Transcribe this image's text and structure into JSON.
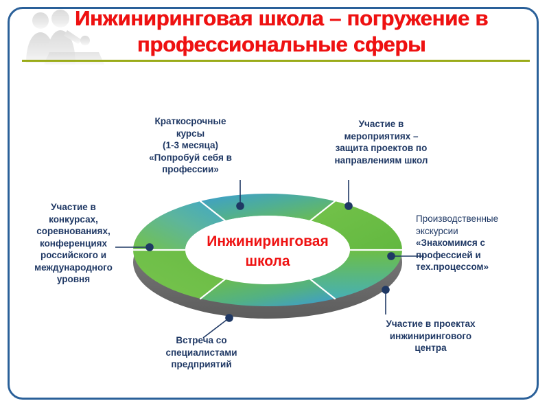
{
  "slide": {
    "title": "Инжиниринговая школа – погружение в профессиональные сферы",
    "title_color": "#EE1111",
    "rule_color": "#9AAB18",
    "border_color": "#2A6099",
    "label_color": "#1F3864",
    "decor_icon": "people-with-laptop-silhouette"
  },
  "diagram": {
    "type": "donut-cycle",
    "segments": 6,
    "center": {
      "line1": "Инжиниринговая",
      "line2": "школа",
      "color": "#EE1111"
    },
    "palette": {
      "green": "#6FBE44",
      "green_dark": "#4E9E3E",
      "teal": "#3EAFC4",
      "blue": "#3C9BD4",
      "side_wall": "#6E6E6E",
      "divider": "#FFFFFF"
    },
    "callouts": [
      {
        "id": "courses",
        "position": "top-left",
        "align": "center",
        "lines": [
          "Краткосрочные",
          "курсы",
          "(1-3 месяца)",
          "«Попробуй себя в",
          "профессии»"
        ]
      },
      {
        "id": "events",
        "position": "top-right",
        "align": "center",
        "lines": [
          "Участие  в",
          "мероприятиях –",
          "защита проектов по",
          "направлениям школ"
        ]
      },
      {
        "id": "contests",
        "position": "left",
        "align": "center",
        "lines": [
          "Участие  в",
          "конкурсах,",
          "соревнованиях,",
          "конференциях",
          "российского и",
          "международного",
          "уровня"
        ]
      },
      {
        "id": "tours",
        "position": "right",
        "align": "left",
        "lines_light": [
          "Производственные",
          "экскурсии"
        ],
        "lines": [
          "«Знакомимся с",
          "профессией и",
          "тех.процессом»"
        ]
      },
      {
        "id": "meet",
        "position": "bottom-left",
        "align": "center",
        "lines": [
          "Встреча со",
          "специалистами",
          "предприятий"
        ]
      },
      {
        "id": "projects",
        "position": "bottom-right",
        "align": "center",
        "lines": [
          "Участие  в проектах",
          "инжинирингового",
          "центра"
        ]
      }
    ]
  }
}
